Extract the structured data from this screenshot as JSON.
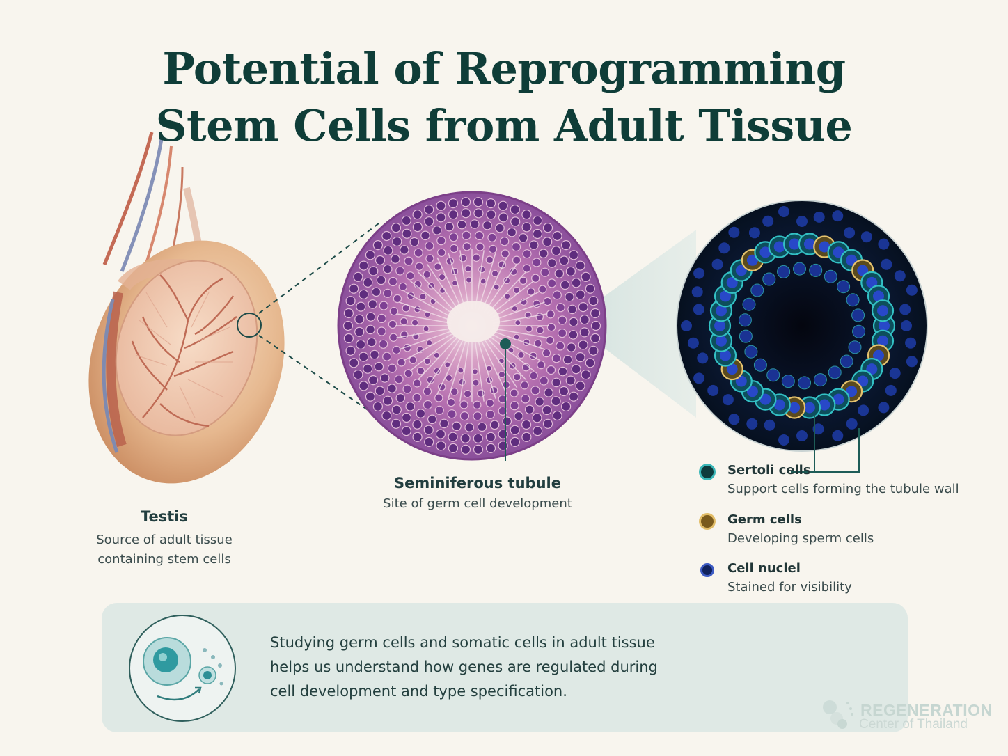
{
  "title": {
    "line1": "Potential of Reprogramming",
    "line2": "Stem Cells from Adult Tissue"
  },
  "testis": {
    "name": "Testis",
    "desc_line1": "Source of adult tissue",
    "desc_line2": "containing stem cells"
  },
  "tubule": {
    "name": "Seminiferous tubule",
    "desc": "Site of germ cell development"
  },
  "legend": [
    {
      "name": "Sertoli cells",
      "desc": "Support cells forming the tubule wall",
      "color": "#1aa0a6"
    },
    {
      "name": "Germ cells",
      "desc": "Developing sperm cells",
      "color": "#d4a441"
    },
    {
      "name": "Cell nuclei",
      "desc": "Stained for visibility",
      "color": "#1d3ea8"
    }
  ],
  "info_panel": {
    "text": "Studying germ cells and somatic cells in adult tissue helps us understand how genes are regulated during cell development and type specification.",
    "icon": "cell-division-icon"
  },
  "logo": {
    "name": "REGENERATION",
    "sub": "Center of Thailand"
  },
  "colors": {
    "title": "#0f3d38",
    "teal_accent": "#1d5c57",
    "background": "#f8f5ee",
    "panel": "#dfe9e5"
  }
}
